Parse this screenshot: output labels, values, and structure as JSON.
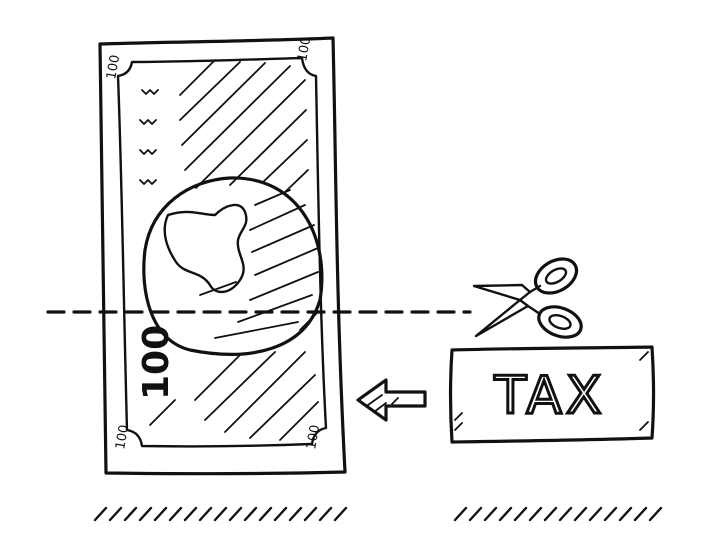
{
  "illustration": {
    "banknote": {
      "corner_top_left": "100",
      "corner_top_right": "100",
      "corner_bottom_left": "100",
      "corner_bottom_right": "100",
      "side_number": "100"
    },
    "tax_label": "TAX"
  },
  "colors": {
    "ink": "#111111",
    "background": "#ffffff"
  },
  "icons": [
    "banknote-icon",
    "scissors-icon",
    "arrow-left-icon",
    "cut-line"
  ]
}
